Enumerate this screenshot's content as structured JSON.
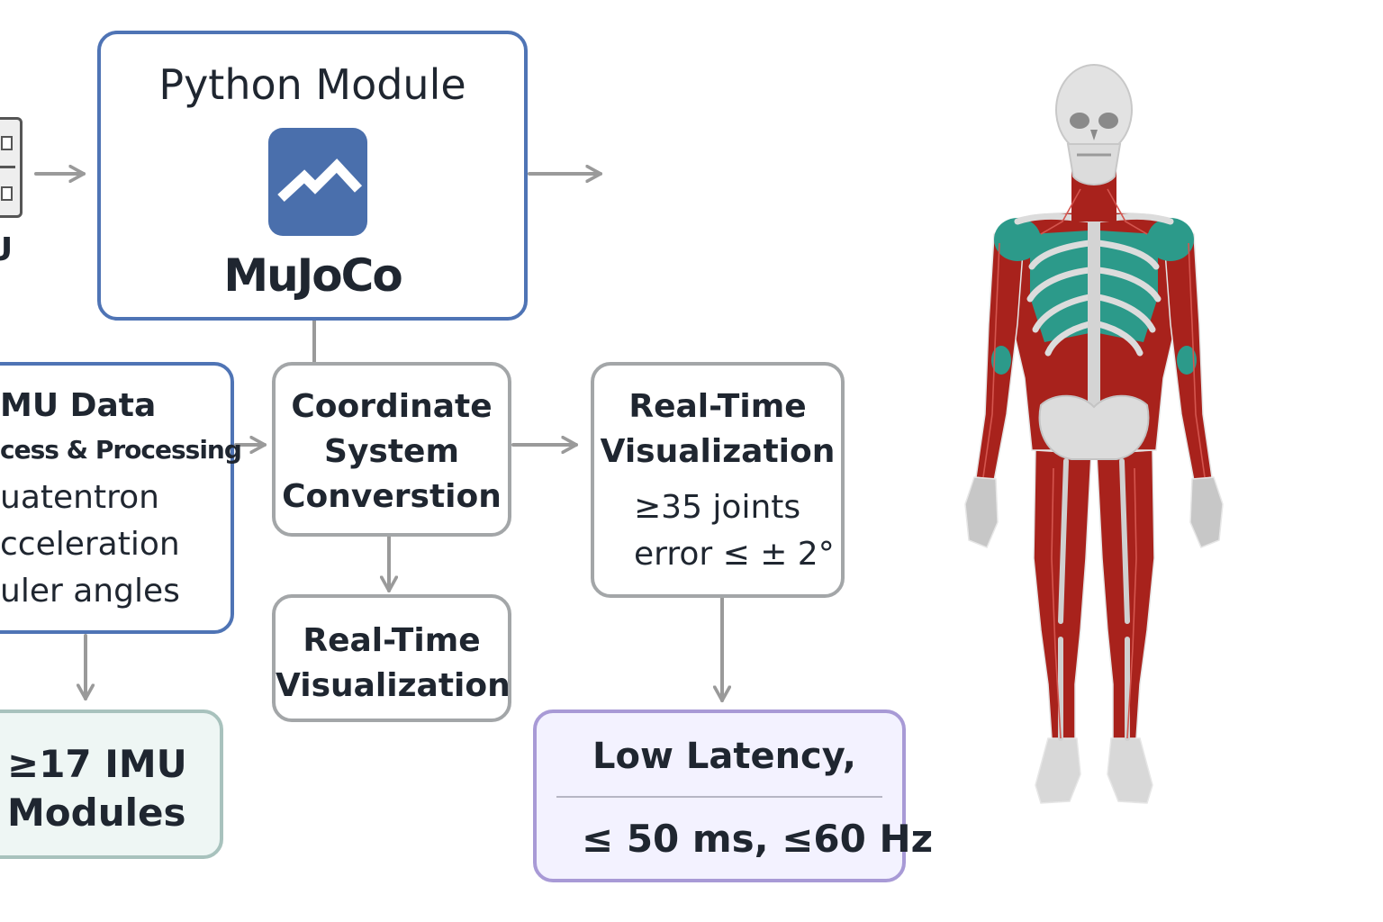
{
  "python_module": {
    "title": "Python Module",
    "logo_label": "MuJoCo"
  },
  "sensor_fragment": {
    "label": "U"
  },
  "imu_data": {
    "title": "MU Data",
    "subtitle": "cess & Processing",
    "items": [
      "uatentron",
      "cceleration",
      "uler angles"
    ]
  },
  "coordinate": {
    "lines": [
      "Coordinate",
      "System",
      "Converstion"
    ]
  },
  "rt_viz_small": {
    "lines": [
      "Real-Time",
      "Visualization"
    ]
  },
  "rt_viz_main": {
    "title_lines": [
      "Real-Time",
      "Visualization"
    ],
    "specs": [
      "≥35 joints",
      "error ≤ ± 2°"
    ]
  },
  "imu_modules": {
    "lines": [
      "≥17 IMU",
      "Modules"
    ]
  },
  "latency": {
    "title": "Low Latency,",
    "value": "≤ 50 ms, ≤60 Hz"
  },
  "colors": {
    "blue_border": "#4f74b5",
    "gray_border": "#a3a6a8",
    "teal_border": "#a8c2bd",
    "violet_border": "#a89ad6",
    "logo_blue": "#4a6fac",
    "arrow_gray": "#9a9a9a",
    "muscle_red": "#a8221c",
    "bone_gray": "#dcdcdc",
    "teal_accent": "#2c9a8a"
  }
}
